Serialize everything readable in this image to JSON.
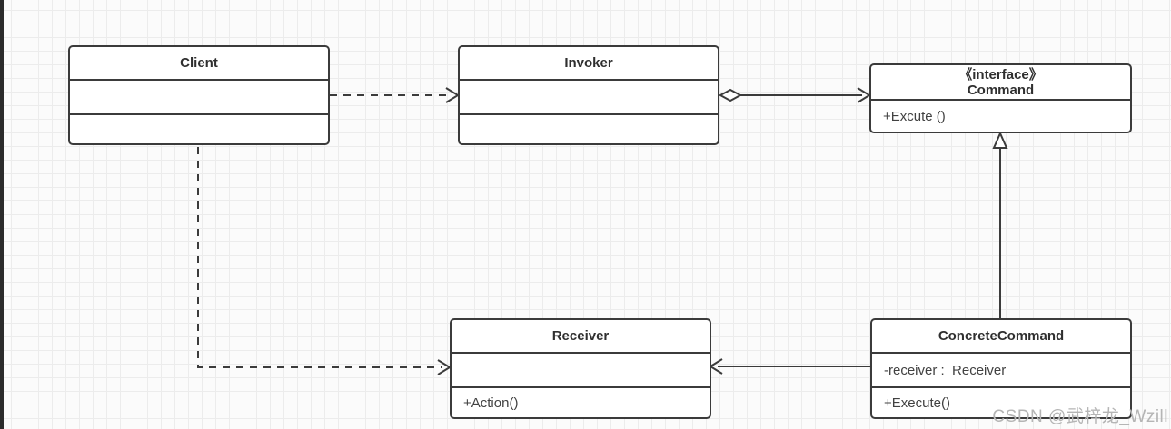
{
  "classes": {
    "client": {
      "name": "Client"
    },
    "invoker": {
      "name": "Invoker"
    },
    "command": {
      "stereotype": "《interface》",
      "name": "Command",
      "methods": [
        "+Excute ()"
      ]
    },
    "receiver": {
      "name": "Receiver",
      "methods": [
        "+Action()"
      ]
    },
    "concrete_command": {
      "name": "ConcreteCommand",
      "attributes": [
        "-receiver :  Receiver"
      ],
      "methods": [
        "+Execute()"
      ]
    }
  },
  "relations": [
    {
      "from": "Client",
      "to": "Invoker",
      "type": "dependency",
      "style": "dashed-open-arrow"
    },
    {
      "from": "Invoker",
      "to": "Command",
      "type": "aggregation",
      "style": "solid-open-arrow-hollow-diamond-at-source"
    },
    {
      "from": "Client",
      "to": "Receiver",
      "type": "dependency",
      "style": "dashed-open-arrow-orthogonal"
    },
    {
      "from": "ConcreteCommand",
      "to": "Command",
      "type": "realization",
      "style": "solid-hollow-triangle"
    },
    {
      "from": "ConcreteCommand",
      "to": "Receiver",
      "type": "association",
      "style": "solid-open-arrow"
    }
  ],
  "watermark": {
    "text": "CSDN @武梓龙_Wzill"
  },
  "colors": {
    "border": "#3b3b3b",
    "title_text": "#2f2f2f",
    "member_text": "#414141",
    "grid_line": "#ececec",
    "canvas_bg": "#fbfbfb",
    "watermark": "#b5b5b5",
    "edge_strip": "#2b2b2b"
  }
}
